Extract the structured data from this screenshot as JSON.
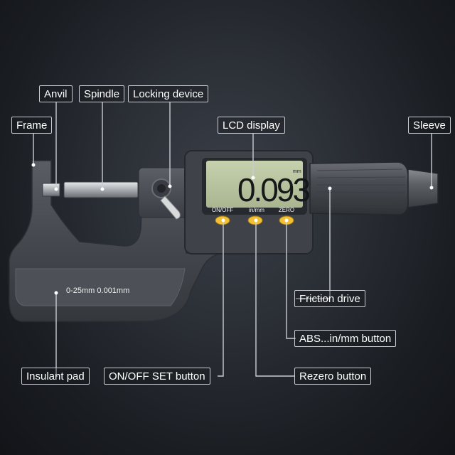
{
  "labels": {
    "anvil": "Anvil",
    "spindle": "Spindle",
    "locking_device": "Locking device",
    "frame": "Frame",
    "lcd_display": "LCD display",
    "sleeve": "Sleeve",
    "friction_drive": "Friction drive",
    "abs_button": "ABS...in/mm button",
    "insulant_pad": "Insulant pad",
    "on_off_button": "ON/OFF SET button",
    "rezero_button": "Rezero button"
  },
  "device": {
    "display_value": "0.093",
    "display_unit": "mm",
    "button_on_off": "ON/OFF",
    "button_in_mm": "in/mm",
    "button_zero": "ZERO",
    "frame_engraving": "0-25mm  0.001mm"
  },
  "colors": {
    "background": "#23262c",
    "body": "#4a4d53",
    "lcd": "#b8c4a0",
    "button": "#f2c037",
    "label_border": "#c9ccd2"
  }
}
